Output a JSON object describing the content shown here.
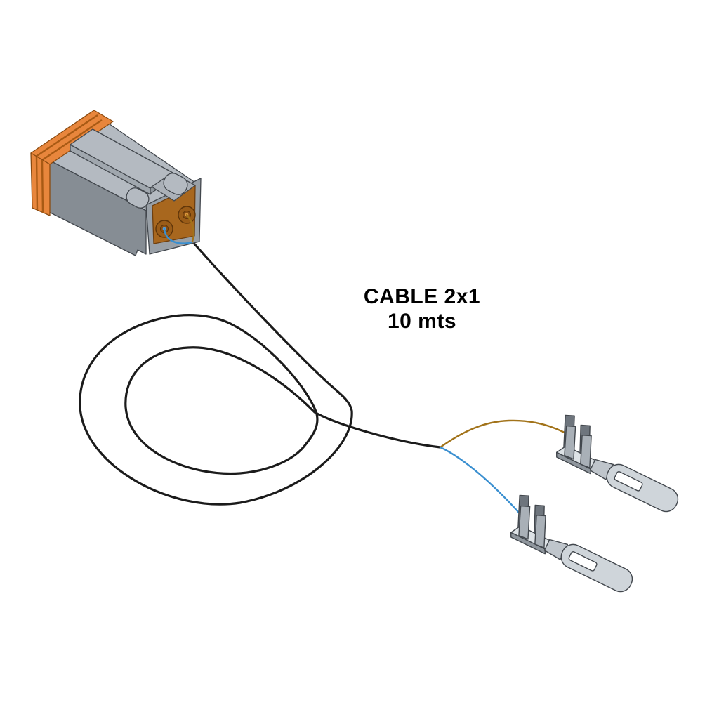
{
  "label": {
    "line1": "CABLE 2x1",
    "line2": "10 mts"
  },
  "components": {
    "connector": "2-position-connector-plug",
    "cable": "coiled-cable-2x1",
    "wire_top": "orange-wire-lead",
    "wire_bottom": "blue-wire-lead",
    "terminal_top": "spade-terminal",
    "terminal_bottom": "spade-terminal"
  },
  "colors": {
    "background": "#ffffff",
    "text": "#000000",
    "cable": "#1b1b1b",
    "wire_blue": "#3a8fd0",
    "wire_orange": "#a2731a",
    "connector_top": "#b4bac1",
    "connector_side": "#868d94",
    "connector_front": "#8f959c",
    "connector_collar": "#99a0a7",
    "connector_rear_face": "#a8671e",
    "connector_rear_edge": "#6e3f10",
    "seal_orange": "#e8863c",
    "seal_groove": "#a85a14",
    "plateau_cliff": "#a0a7ae",
    "platform": "#abb1b8",
    "terminal_blade": "#cfd5da",
    "terminal_mid": "#a9b0b7",
    "terminal_dark": "#6e757d",
    "terminal_channel": "#dde2e6",
    "terminal_neck": "#bfc5cb",
    "terminal_base": "#8f969d",
    "outline": "#42474d",
    "pin_orange": "#e09a40",
    "pin_blue": "#5a9bd0"
  }
}
